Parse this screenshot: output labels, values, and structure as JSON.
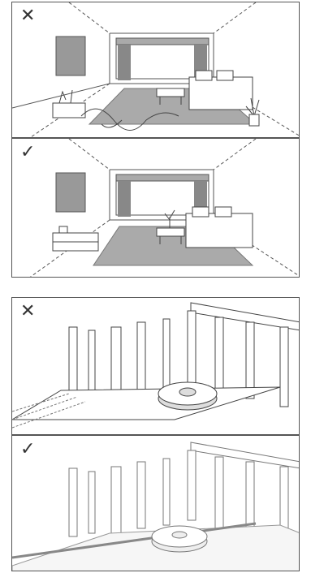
{
  "panels": [
    {
      "id": "room-cluttered",
      "mark": "✕",
      "verdict": "incorrect"
    },
    {
      "id": "room-tidy",
      "mark": "✓",
      "verdict": "correct"
    },
    {
      "id": "railing-robot-edge",
      "mark": "✕",
      "verdict": "incorrect"
    },
    {
      "id": "railing-robot-safe",
      "mark": "✓",
      "verdict": "correct"
    }
  ],
  "icons": {
    "cross": "cross-mark-icon",
    "check": "check-mark-icon"
  }
}
